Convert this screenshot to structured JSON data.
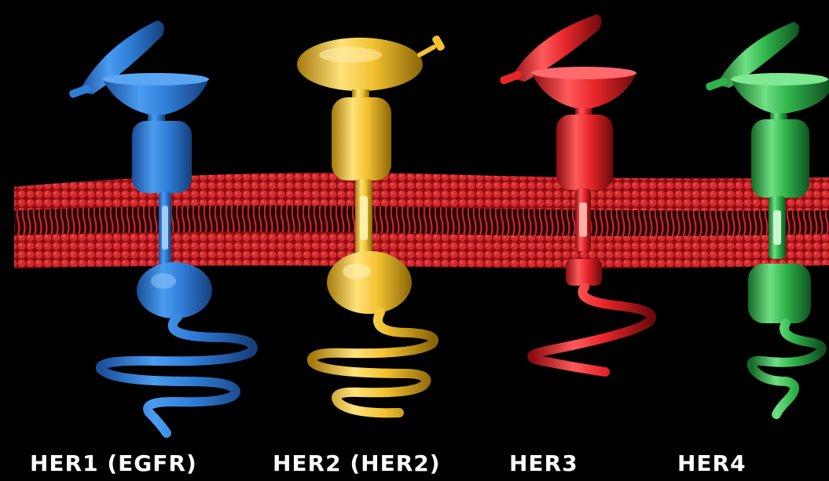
{
  "receptors": [
    {
      "label": "HER1 (EGFR)",
      "color": "#2f7ed8"
    },
    {
      "label": "HER2 (HER2)",
      "color": "#f2c230"
    },
    {
      "label": "HER3",
      "color": "#e8262a"
    },
    {
      "label": "HER4",
      "color": "#2fb34a"
    }
  ],
  "membrane": {
    "color": "#b5161b"
  },
  "background": "#000000"
}
